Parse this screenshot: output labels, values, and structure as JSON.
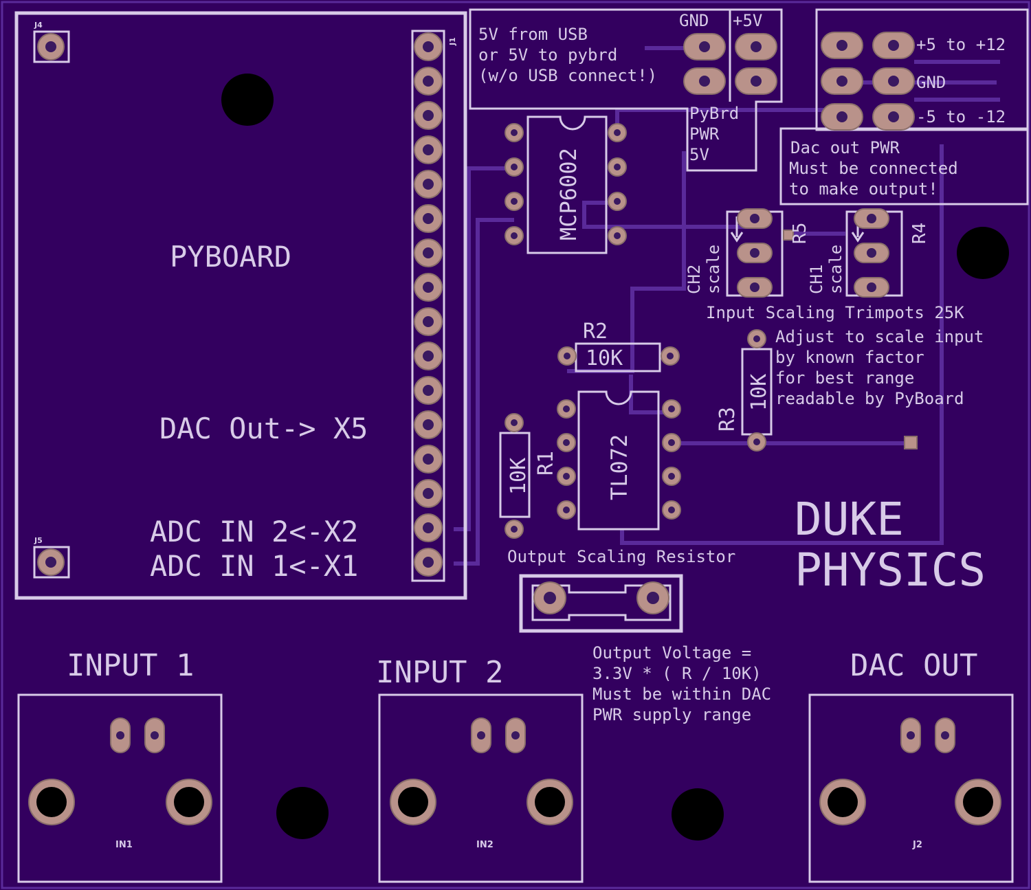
{
  "colors": {
    "board": "#33005f",
    "silkscreen": "#d8cbe8",
    "pad": "#b9928a",
    "trace": "#5a2a9a",
    "hole": "#000000"
  },
  "labels": {
    "j4": "J4",
    "j1": "J1",
    "j5": "J5",
    "pyboard": "PYBOARD",
    "dac_out_x5": "DAC Out-> X5",
    "adc2": "ADC IN 2<-X2",
    "adc1": "ADC IN 1<-X1",
    "usb_line1": "5V from USB",
    "usb_line2": "or 5V to pybrd",
    "usb_line3": "(w/o USB connect!)",
    "gnd_top": "GND",
    "plus5v": "+5V",
    "pybrd_pwr1": "PyBrd",
    "pybrd_pwr2": "PWR",
    "pybrd_pwr3": "5V",
    "pwr_plus": "+5 to +12",
    "pwr_gnd": "GND",
    "pwr_minus": "-5 to -12",
    "dac_pwr1": "Dac out PWR",
    "dac_pwr2": "Must be connected",
    "dac_pwr3": "to make output!",
    "mcp": "MCP6002",
    "r5": "R5",
    "r4": "R4",
    "ch2": "CH2",
    "ch2_scale": "scale",
    "ch1": "CH1",
    "ch1_scale": "scale",
    "trim_title": "Input Scaling Trimpots 25K",
    "adjust1": "Adjust to scale input",
    "adjust2": "by known factor",
    "adjust3": "for best range",
    "adjust4": "readable by PyBoard",
    "r2": "R2",
    "r2_val": "10K",
    "r3": "R3",
    "r3_val": "10K",
    "r1": "R1",
    "r1_val": "10K",
    "tl": "TL072",
    "duke": "DUKE",
    "physics": "PHYSICS",
    "out_scaling": "Output Scaling Resistor",
    "ov1": "Output Voltage =",
    "ov2": "3.3V * ( R / 10K)",
    "ov3": "Must be within DAC",
    "ov4": "PWR supply range",
    "input1": "INPUT 1",
    "input2": "INPUT 2",
    "dac_out": "DAC OUT",
    "in1": "IN1",
    "in2": "IN2",
    "j2": "J2"
  }
}
